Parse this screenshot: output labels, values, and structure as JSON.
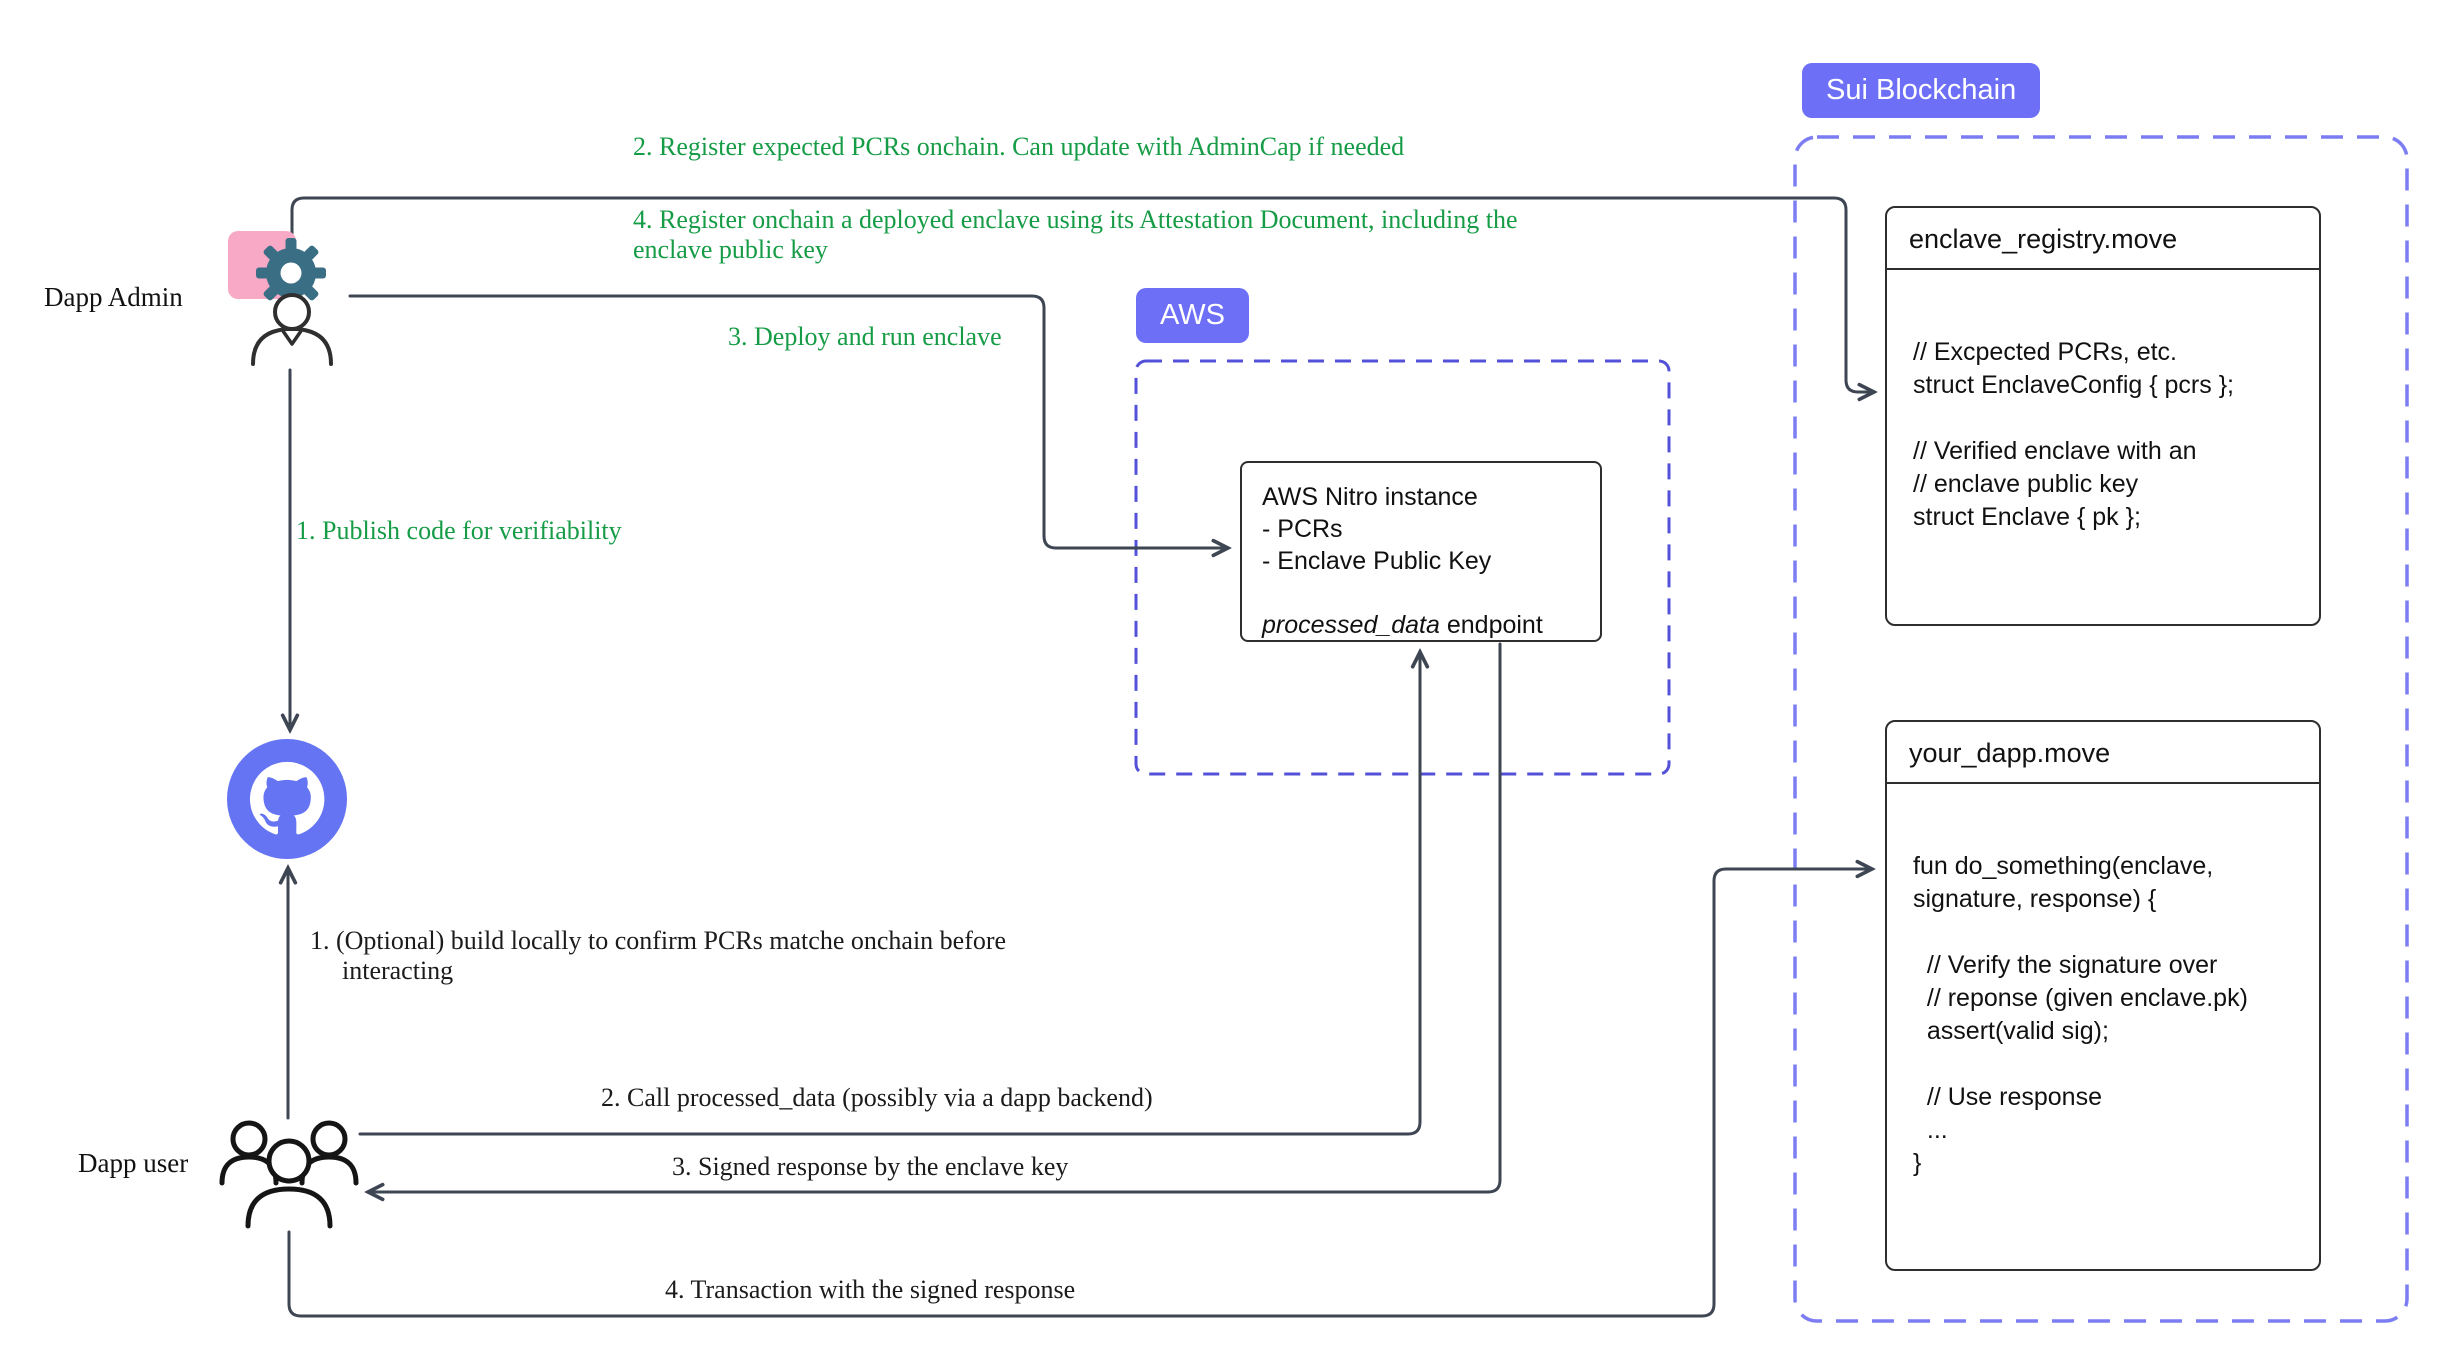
{
  "sui": {
    "badge_label": "Sui Blockchain",
    "enclave_registry": {
      "title": "enclave_registry.move",
      "lines": [
        "// Excpected PCRs, etc.",
        "struct EnclaveConfig { pcrs };",
        "",
        "// Verified enclave with an",
        "// enclave public key",
        "struct Enclave { pk };"
      ]
    },
    "your_dapp": {
      "title": "your_dapp.move",
      "lines": [
        "fun do_something(enclave,",
        "signature, response) {",
        "",
        "  // Verify the signature over",
        "  // reponse (given enclave.pk)",
        "  assert(valid sig);",
        "",
        "  // Use response",
        "  ...",
        "}"
      ]
    }
  },
  "aws": {
    "badge_label": "AWS",
    "nitro": {
      "lines": [
        "AWS Nitro instance",
        "- PCRs",
        "- Enclave Public Key",
        ""
      ],
      "endpoint_italic": "processed_data",
      "endpoint_rest": " endpoint"
    }
  },
  "actors": {
    "admin_label": "Dapp Admin",
    "user_label": "Dapp user"
  },
  "annotations": {
    "green": [
      {
        "text": "2. Register expected PCRs onchain. Can update with AdminCap if needed"
      },
      {
        "text": "4. Register onchain a deployed enclave using its Attestation Document, including the enclave public key"
      },
      {
        "text": "3. Deploy and run enclave"
      },
      {
        "text": "1. Publish code for verifiability"
      }
    ],
    "black": [
      {
        "text": "1. (Optional) build locally to confirm PCRs matche onchain before interacting"
      },
      {
        "text": "2. Call processed_data (possibly via a dapp backend)"
      },
      {
        "text": "3. Signed response by the enclave key"
      },
      {
        "text": "4. Transaction with the signed response"
      }
    ]
  },
  "icons": {
    "admin": "admin-gear-person-icon",
    "github": "github-octocat-icon",
    "user": "users-group-icon"
  },
  "colors": {
    "annotation_green": "#169c46",
    "badge_purple": "#6d6ff7",
    "sui_border": "#7c7df2",
    "aws_border": "#5351d8",
    "arrow": "#3e4653",
    "github_circle": "#6474f3",
    "admin_pink": "#f8a9c6",
    "gear": "#3a6e84"
  }
}
